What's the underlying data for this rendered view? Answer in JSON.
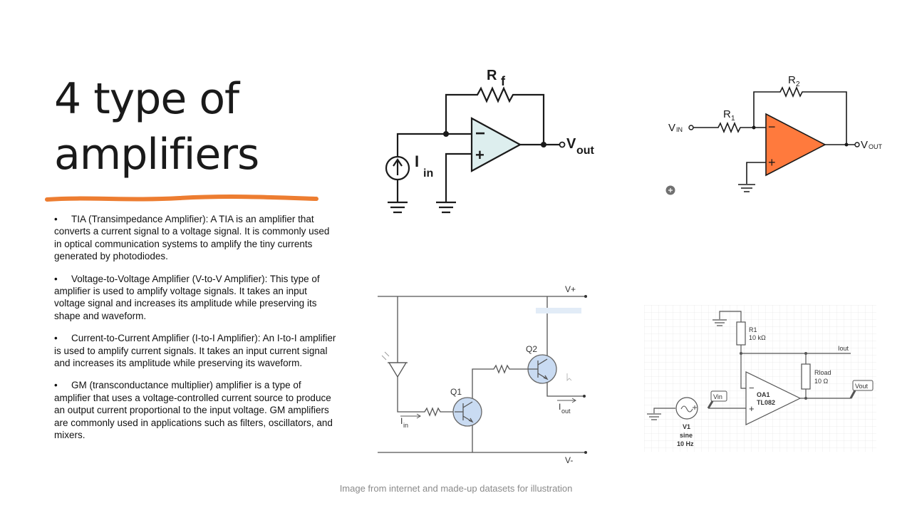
{
  "slide": {
    "title_line1": "4 type of",
    "title_line2": "amplifiers",
    "accent_color": "#ED7D31",
    "bullets": [
      "TIA (Transimpedance Amplifier): A TIA is an amplifier that converts a current signal to a voltage signal. It is commonly used in optical communication systems to amplify the tiny currents generated by photodiodes.",
      "Voltage-to-Voltage Amplifier (V-to-V Amplifier): This type of amplifier is used to amplify voltage signals. It takes an input voltage signal and increases its amplitude while preserving its shape and waveform.",
      "Current-to-Current Amplifier (I-to-I Amplifier): An I-to-I amplifier is used to amplify current signals. It takes an input current signal and increases its amplitude while preserving its waveform.",
      "GM (transconductance multiplier) amplifier is a type of amplifier that uses a voltage-controlled current source to produce an output current proportional to the input voltage. GM amplifiers are commonly used in applications such as filters, oscillators, and mixers."
    ],
    "caption": "Image from internet and made-up datasets for illustration"
  },
  "tia": {
    "rf_main": "R",
    "rf_sub": "f",
    "minus": "−",
    "plus": "+",
    "iin_main": "I",
    "iin_sub": "in",
    "vout_main": "V",
    "vout_sub": "out",
    "opamp_fill": "#DDEEEE"
  },
  "vv": {
    "r2_main": "R",
    "r2_sub": "2",
    "r1_main": "R",
    "r1_sub": "1",
    "vin_main": "V",
    "vin_sub": "IN",
    "vout_main": "V",
    "vout_sub": "OUT",
    "minus": "−",
    "plus": "+",
    "opamp_fill": "#FF7A3D"
  },
  "ii": {
    "vplus": "V+",
    "vminus": "V-",
    "q1": "Q1",
    "q2": "Q2",
    "iin_main": "I",
    "iin_sub": "in",
    "iout_main": "I",
    "iout_sub": "out",
    "transistor_fill": "#C9DBF2"
  },
  "gm": {
    "r1_name": "R1",
    "r1_value": "10 kΩ",
    "iout": "Iout",
    "rload_name": "Rload",
    "rload_value": "10 Ω",
    "vin": "Vin",
    "vout": "Vout",
    "oa_name": "OA1",
    "oa_part": "TL082",
    "minus": "−",
    "plus": "+",
    "v1_name": "V1",
    "v1_type": "sine",
    "v1_freq": "10 Hz"
  }
}
